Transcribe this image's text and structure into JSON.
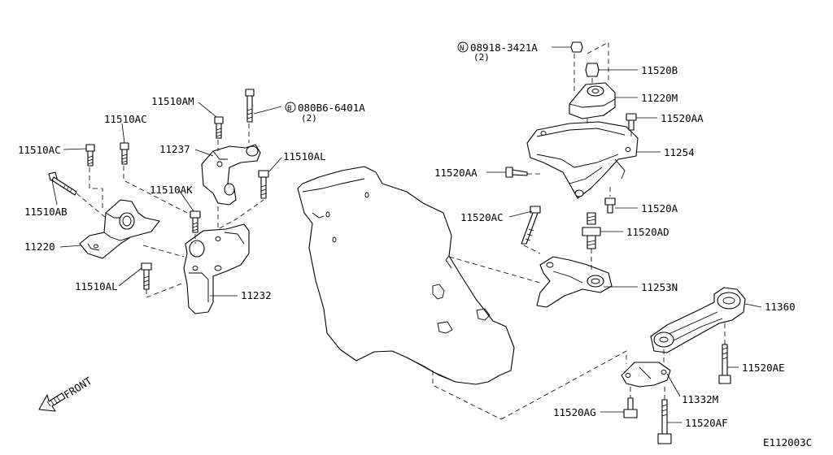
{
  "diagram": {
    "drawing_code": "E112003C",
    "front_label": "FRONT",
    "parts": {
      "p11510AC_left": "11510AC",
      "p11510AC_top": "11510AC",
      "p11510AB": "11510AB",
      "p11220": "11220",
      "p11510AL_left": "11510AL",
      "p11510AM": "11510AM",
      "p11237": "11237",
      "p11510AK": "11510AK",
      "p11510AL_right": "11510AL",
      "p11232": "11232",
      "bolt_080B6_code": "080B6-6401A",
      "bolt_080B6_prefix": "B",
      "bolt_080B6_qty": "(2)",
      "nut_08918_code": "08918-3421A",
      "nut_08918_prefix": "N",
      "nut_08918_qty": "(2)",
      "p11520B": "11520B",
      "p11220M": "11220M",
      "p11520AA_top": "11520AA",
      "p11254": "11254",
      "p11520AA_left": "11520AA",
      "p11520A": "11520A",
      "p11520AC": "11520AC",
      "p11520AD": "11520AD",
      "p11253N": "11253N",
      "p11360": "11360",
      "p11520AE": "11520AE",
      "p11332M": "11332M",
      "p11520AG": "11520AG",
      "p11520AF": "11520AF"
    }
  }
}
